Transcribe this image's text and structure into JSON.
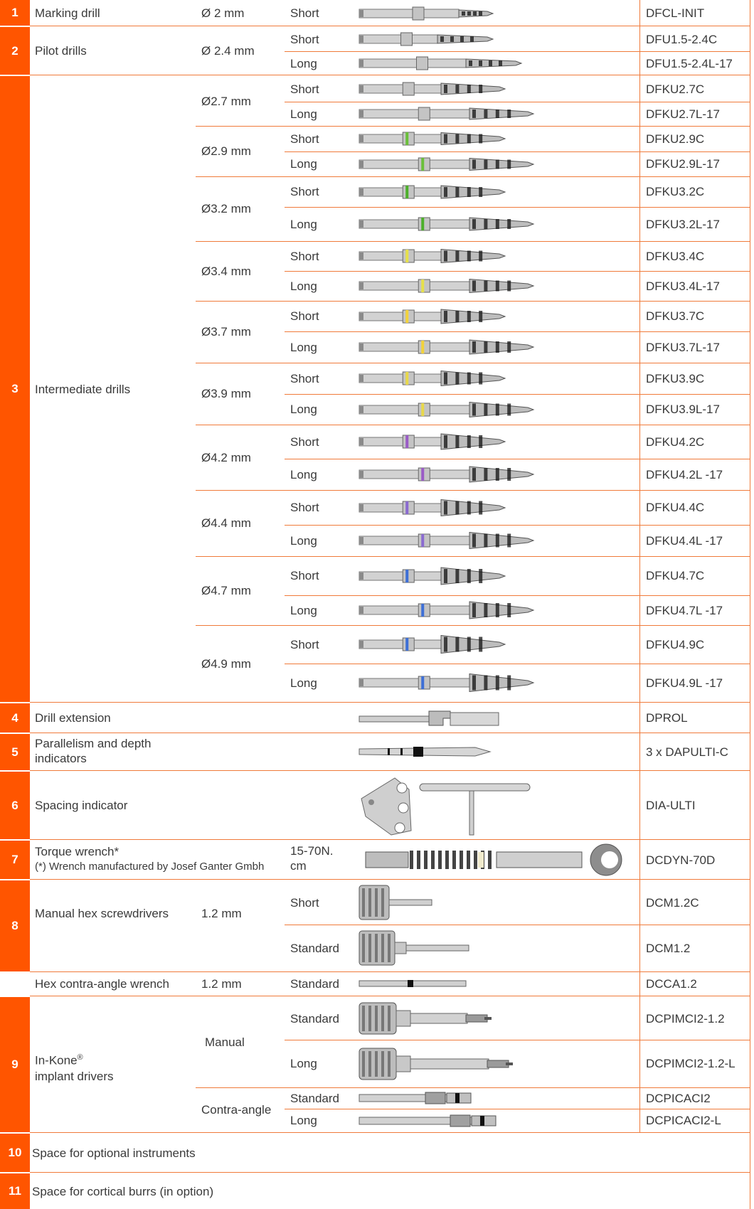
{
  "colors": {
    "accent": "#ff5500",
    "rule": "#f07a3a",
    "text": "#3a3a3a",
    "metal": "#b8b8b8",
    "black": "#111111"
  },
  "sections": [
    {
      "number": "1",
      "rows": [
        {
          "name": "Marking drill",
          "size": "Ø 2 mm",
          "length": "Short",
          "code": "DFCL-INIT",
          "icon": "marking-drill-icon"
        }
      ]
    },
    {
      "number": "2",
      "name": "Pilot drills",
      "size": "Ø 2.4 mm",
      "rows": [
        {
          "length": "Short",
          "code": "DFU1.5-2.4C",
          "icon": "pilot-drill-short-icon"
        },
        {
          "length": "Long",
          "code": "DFU1.5-2.4L-17",
          "icon": "pilot-drill-long-icon"
        }
      ]
    },
    {
      "number": "3",
      "name": "Intermediate drills",
      "groups": [
        {
          "size": "Ø2.7 mm",
          "ring": "",
          "rows": [
            {
              "length": "Short",
              "code": "DFKU2.7C"
            },
            {
              "length": "Long",
              "code": "DFKU2.7L-17"
            }
          ]
        },
        {
          "size": "Ø2.9 mm",
          "ring": "#6abf3a",
          "rows": [
            {
              "length": "Short",
              "code": "DFKU2.9C"
            },
            {
              "length": "Long",
              "code": "DFKU2.9L-17"
            }
          ]
        },
        {
          "size": "Ø3.2 mm",
          "ring": "#4caf2a",
          "rows": [
            {
              "length": "Short",
              "code": "DFKU3.2C"
            },
            {
              "length": "Long",
              "code": "DFKU3.2L-17"
            }
          ]
        },
        {
          "size": "Ø3.4 mm",
          "ring": "#e6e04a",
          "rows": [
            {
              "length": "Short",
              "code": "DFKU3.4C"
            },
            {
              "length": "Long",
              "code": "DFKU3.4L-17"
            }
          ]
        },
        {
          "size": "Ø3.7 mm",
          "ring": "#f2d23a",
          "rows": [
            {
              "length": "Short",
              "code": "DFKU3.7C"
            },
            {
              "length": "Long",
              "code": "DFKU3.7L-17"
            }
          ]
        },
        {
          "size": "Ø3.9 mm",
          "ring": "#e8d84a",
          "rows": [
            {
              "length": "Short",
              "code": "DFKU3.9C"
            },
            {
              "length": "Long",
              "code": "DFKU3.9L-17"
            }
          ]
        },
        {
          "size": "Ø4.2 mm",
          "ring": "#9a5bc6",
          "rows": [
            {
              "length": "Short",
              "code": "DFKU4.2C"
            },
            {
              "length": "Long",
              "code": "DFKU4.2L -17"
            }
          ]
        },
        {
          "size": "Ø4.4 mm",
          "ring": "#8a6ad0",
          "rows": [
            {
              "length": "Short",
              "code": "DFKU4.4C"
            },
            {
              "length": "Long",
              "code": "DFKU4.4L -17"
            }
          ]
        },
        {
          "size": "Ø4.7 mm",
          "ring": "#3d6fd6",
          "rows": [
            {
              "length": "Short",
              "code": "DFKU4.7C"
            },
            {
              "length": "Long",
              "code": "DFKU4.7L -17"
            }
          ]
        },
        {
          "size": "Ø4.9 mm",
          "ring": "#3d6fd6",
          "rows": [
            {
              "length": "Short",
              "code": "DFKU4.9C"
            },
            {
              "length": "Long",
              "code": "DFKU4.9L -17"
            }
          ]
        }
      ]
    },
    {
      "number": "4",
      "name": "Drill extension",
      "code": "DPROL",
      "icon": "drill-extension-icon"
    },
    {
      "number": "5",
      "name": "Parallelism and depth indicators",
      "code": "3 x DAPULTI-C",
      "icon": "parallelism-indicator-icon"
    },
    {
      "number": "6",
      "name": "Spacing indicator",
      "code": "DIA-ULTI",
      "icon": "spacing-indicator-icon"
    },
    {
      "number": "7",
      "name": "Torque wrench*",
      "note": "(*) Wrench manufactured by Josef Ganter Gmbh",
      "size": "15-70N. cm",
      "code": "DCDYN-70D",
      "icon": "torque-wrench-icon"
    },
    {
      "number": "8",
      "rows": [
        {
          "name": "Manual hex screwdrivers",
          "size": "1.2 mm",
          "items": [
            {
              "length": "Short",
              "code": "DCM1.2C"
            },
            {
              "length": "Standard",
              "code": "DCM1.2"
            }
          ]
        },
        {
          "name": "Hex contra-angle wrench",
          "size": "1.2 mm",
          "items": [
            {
              "length": "Standard",
              "code": "DCCA1.2"
            }
          ]
        }
      ]
    },
    {
      "number": "9",
      "name": "In-Kone® implant drivers",
      "name_parts": [
        "In-Kone",
        "®",
        "implant drivers"
      ],
      "groups": [
        {
          "size": "Manual",
          "rows": [
            {
              "length": "Standard",
              "code": "DCPIMCI2-1.2"
            },
            {
              "length": "Long",
              "code": "DCPIMCI2-1.2-L"
            }
          ]
        },
        {
          "size": "Contra-angle",
          "rows": [
            {
              "length": "Standard",
              "code": "DCPICACI2"
            },
            {
              "length": "Long",
              "code": "DCPICACI2-L"
            }
          ]
        }
      ]
    },
    {
      "number": "10",
      "name": "Space for optional instruments"
    },
    {
      "number": "11",
      "name": "Space for cortical burrs (in option)"
    }
  ]
}
